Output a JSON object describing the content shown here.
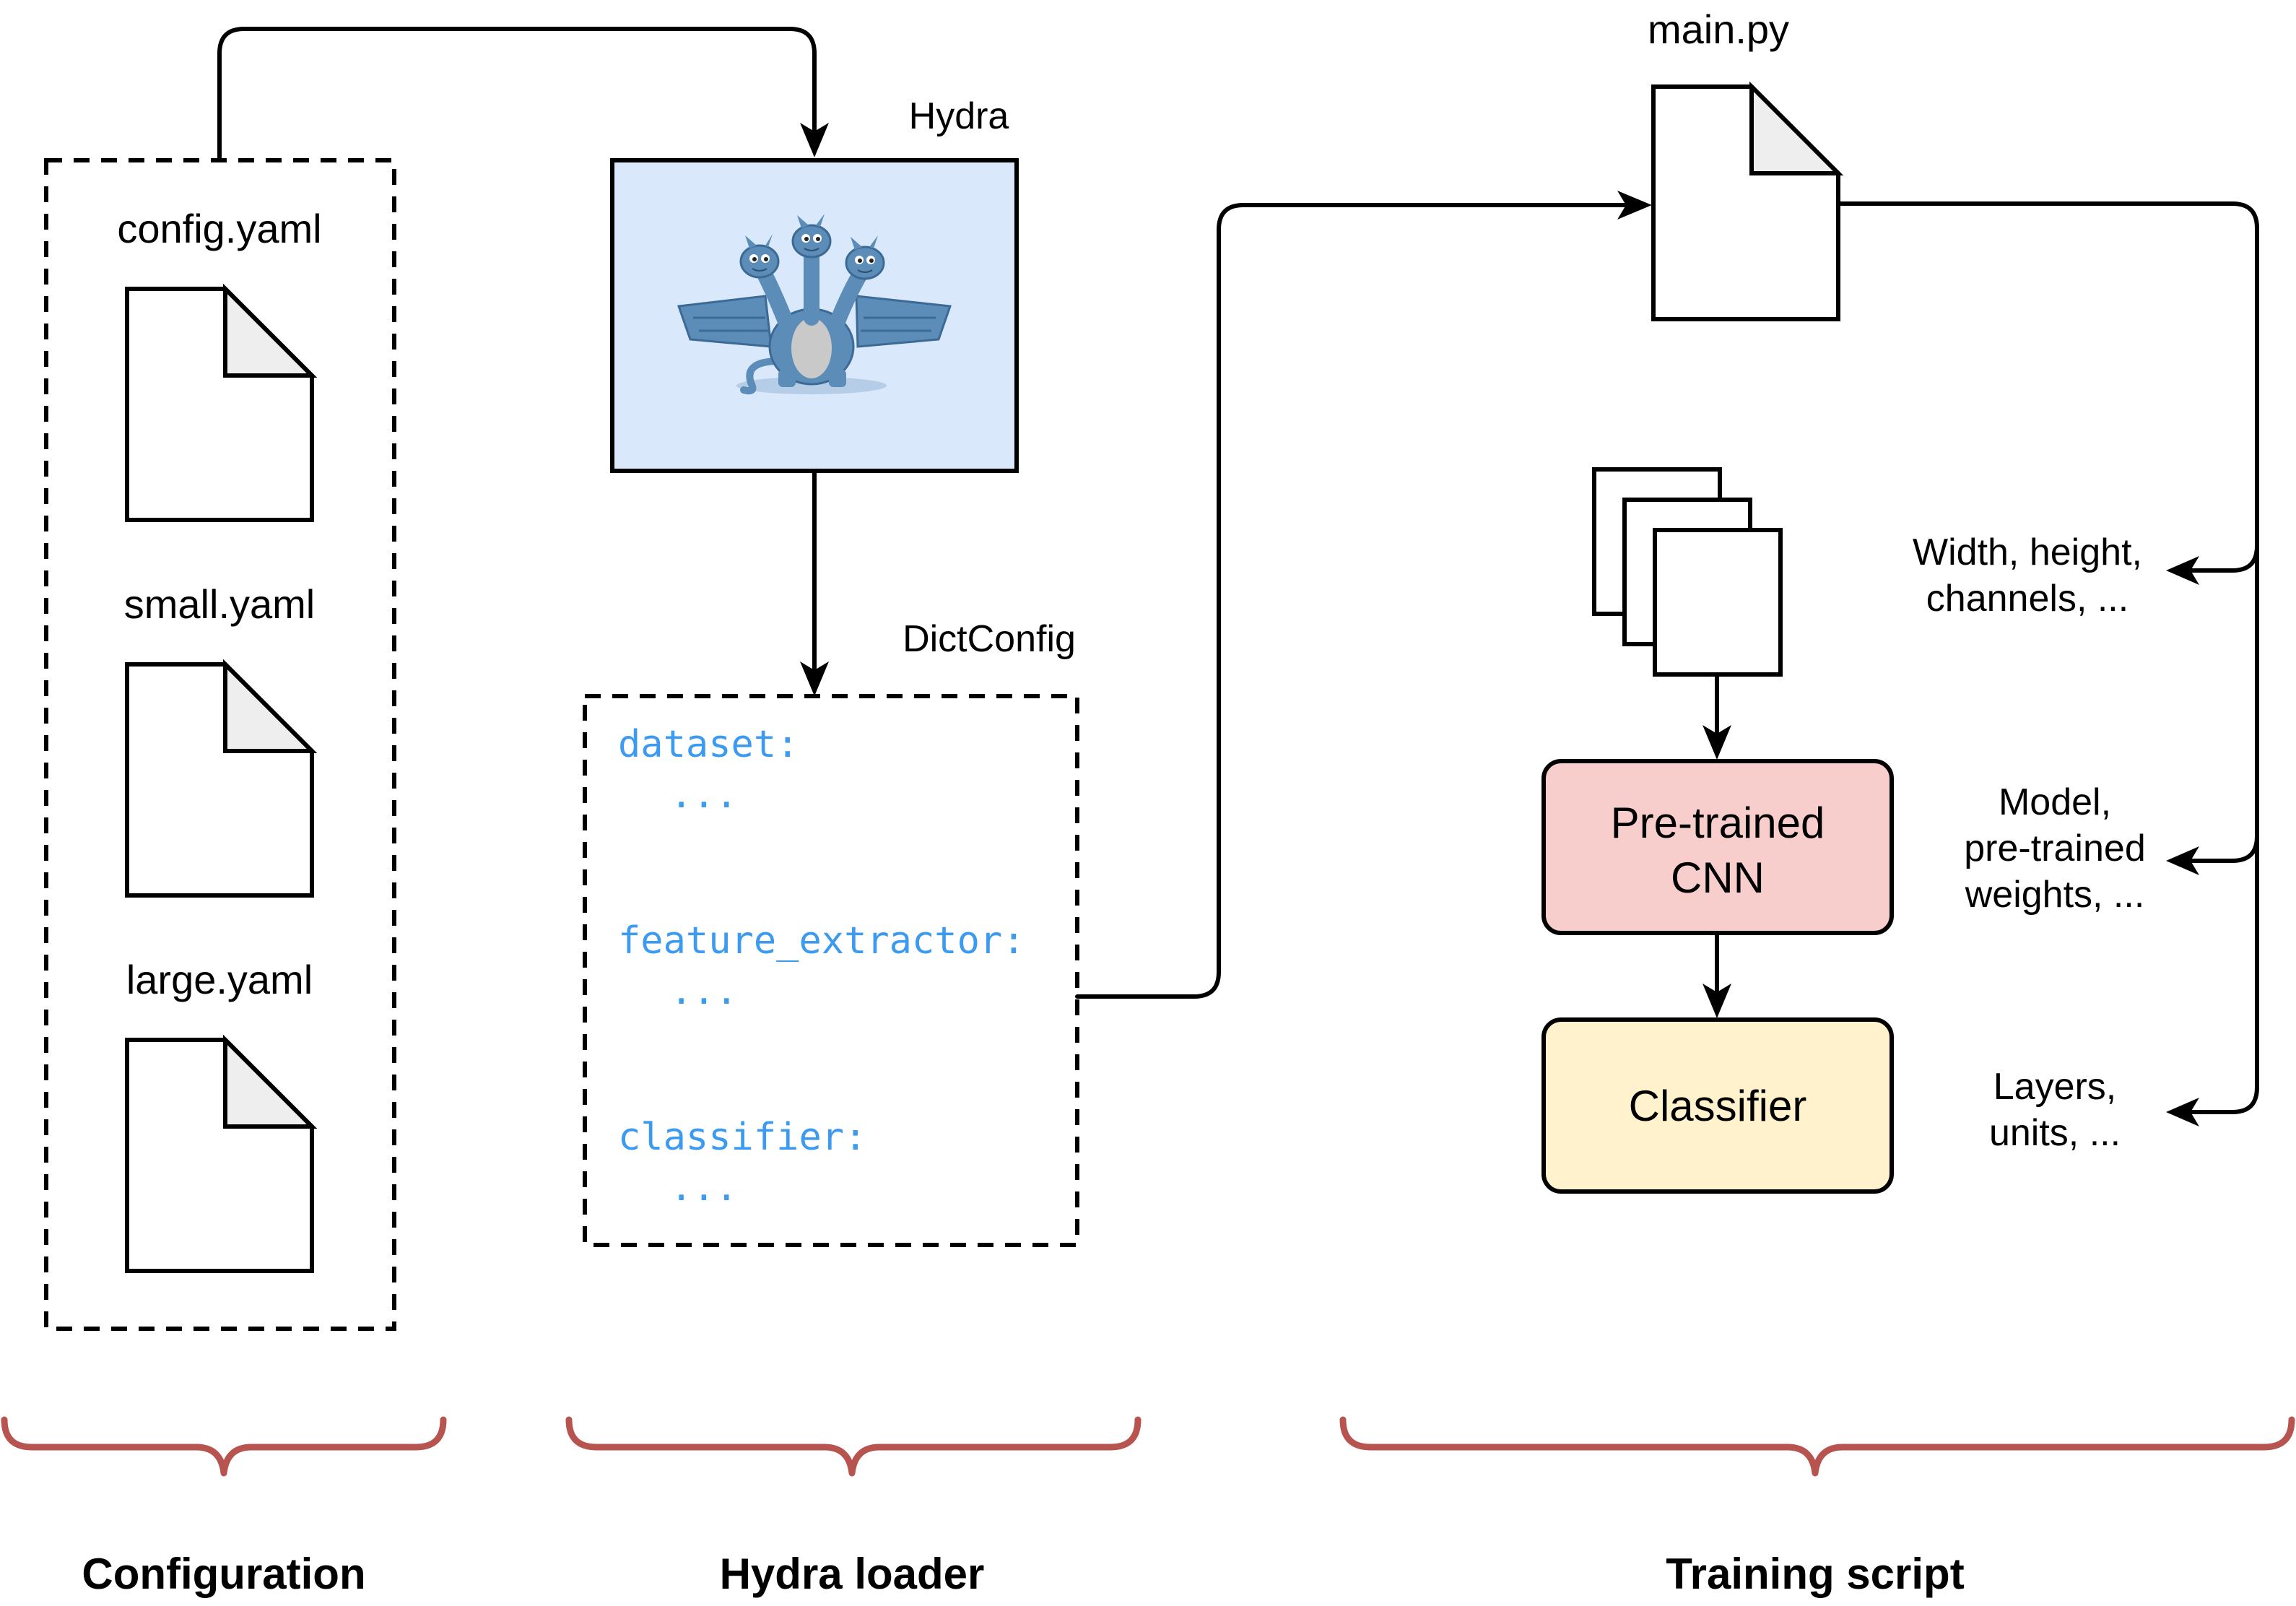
{
  "configuration": {
    "files": [
      "config.yaml",
      "small.yaml",
      "large.yaml"
    ],
    "section_label": "Configuration"
  },
  "hydra": {
    "title": "Hydra",
    "box_color": "#dae8fc",
    "mascot_color": "#5b8db8",
    "section_label": "Hydra loader"
  },
  "dictconfig": {
    "title": "DictConfig",
    "keys": [
      "dataset:",
      "feature_extractor:",
      "classifier:"
    ],
    "ellipsis": "...",
    "text_color": "#3c9bf0"
  },
  "training": {
    "script_name": "main.py",
    "cnn_label_lines": [
      "Pre-trained",
      "CNN"
    ],
    "cnn_color": "#f8cecc",
    "classifier_label": "Classifier",
    "classifier_color": "#fff2cc",
    "params": [
      [
        "Width, height,",
        "channels, ..."
      ],
      [
        "Model,",
        "pre-trained",
        "weights, ..."
      ],
      [
        "Layers,",
        "units, ..."
      ]
    ],
    "section_label": "Training script"
  },
  "brace_color": "#b85450"
}
